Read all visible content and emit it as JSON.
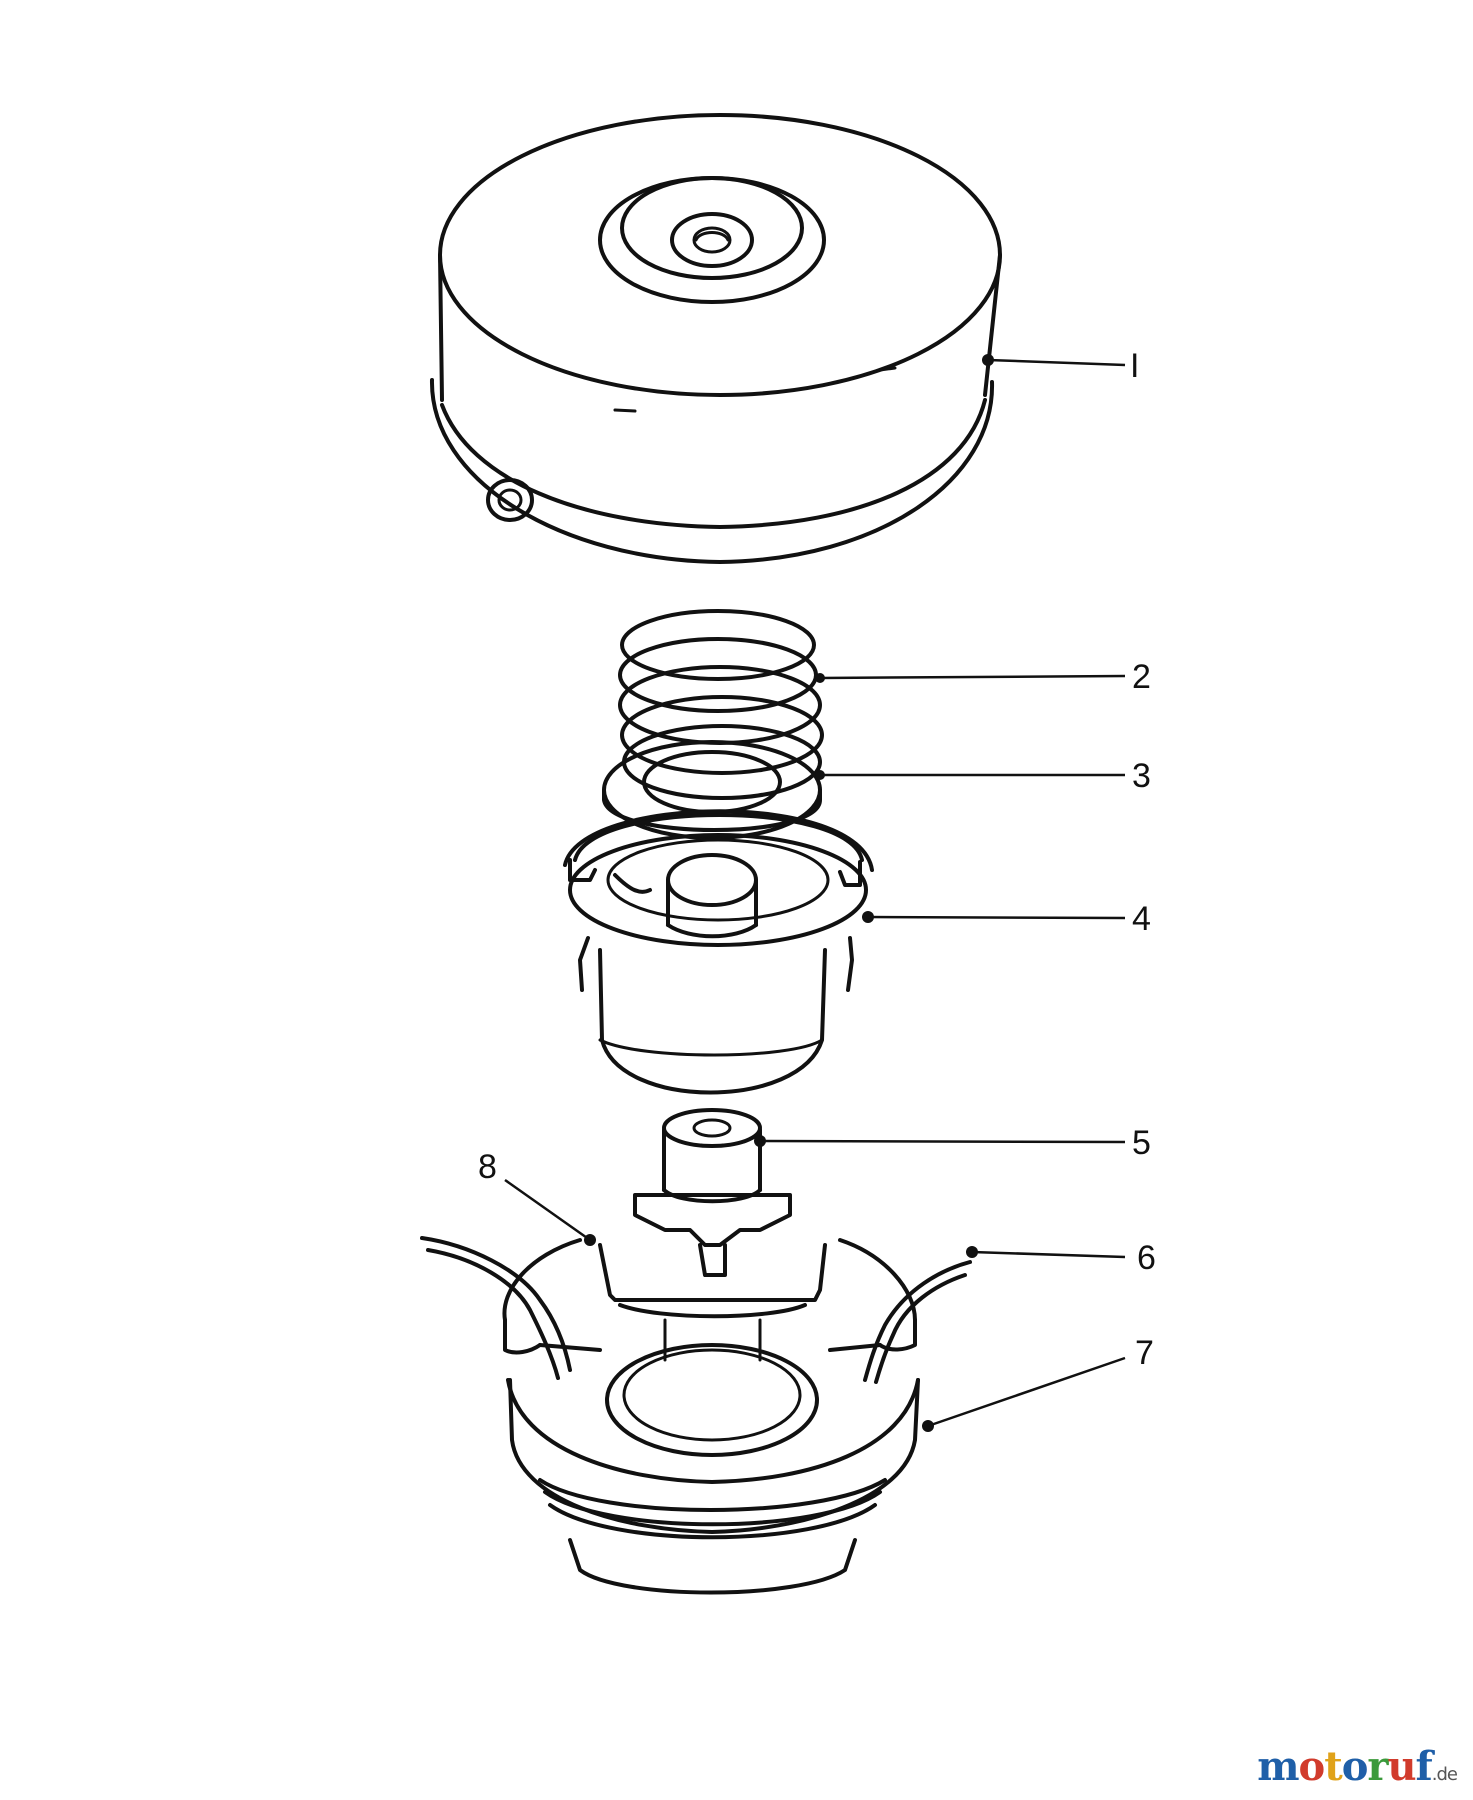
{
  "callouts": [
    {
      "id": "1",
      "text": "I"
    },
    {
      "id": "2",
      "text": "2"
    },
    {
      "id": "3",
      "text": "3"
    },
    {
      "id": "4",
      "text": "4"
    },
    {
      "id": "5",
      "text": "5"
    },
    {
      "id": "6",
      "text": "6"
    },
    {
      "id": "7",
      "text": "7"
    },
    {
      "id": "8",
      "text": "8"
    }
  ],
  "watermark": {
    "parts": [
      {
        "text": "m",
        "color": "#1f5fa8"
      },
      {
        "text": "o",
        "color": "#d13b2c"
      },
      {
        "text": "t",
        "color": "#e0a21a"
      },
      {
        "text": "o",
        "color": "#1f5fa8"
      },
      {
        "text": "r",
        "color": "#3b9a3b"
      },
      {
        "text": "u",
        "color": "#d13b2c"
      },
      {
        "text": "f",
        "color": "#1f5fa8"
      },
      {
        "text": ".de",
        "color": "#555555"
      }
    ]
  }
}
